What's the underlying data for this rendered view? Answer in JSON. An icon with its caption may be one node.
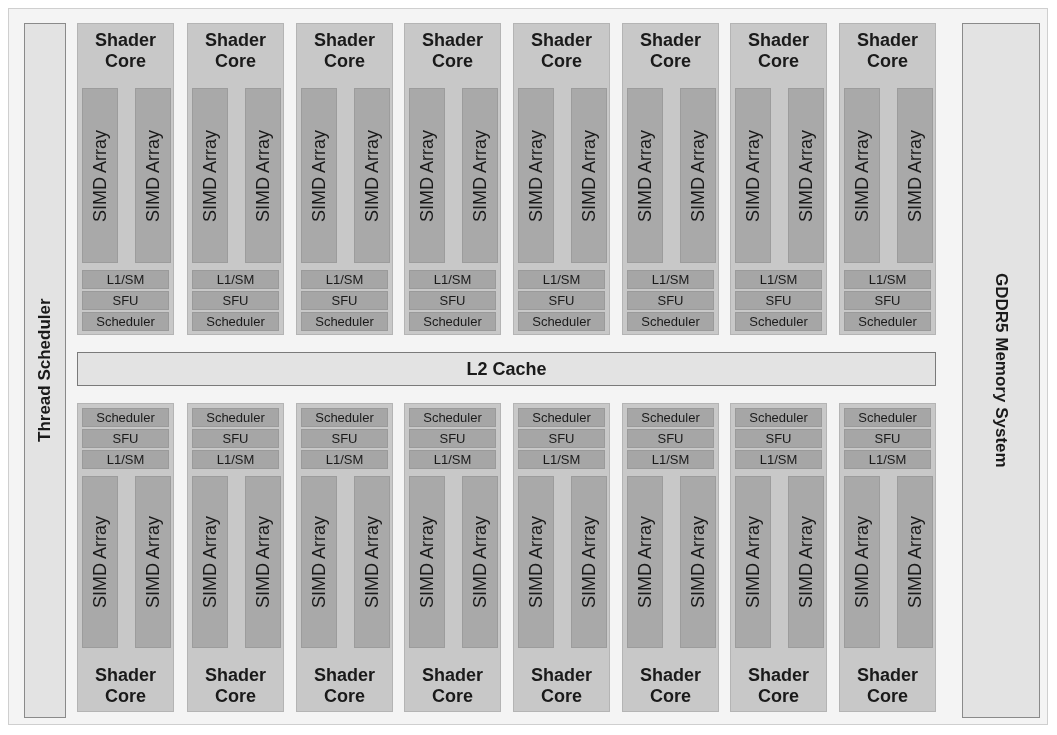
{
  "diagram": {
    "nodes": [
      {
        "text": [
          "Thread Scheduler"
        ]
      },
      {
        "text": [
          "Shader Core"
        ]
      },
      {
        "text": [
          "SIMD Array"
        ],
        "in": 1
      },
      {
        "text": [
          "SIMD Array"
        ],
        "in": 1
      },
      {
        "text": [
          "L1/SM"
        ],
        "in": 1
      },
      {
        "text": [
          "SFU"
        ],
        "in": 1
      },
      {
        "text": [
          "Scheduler"
        ],
        "in": 1
      },
      {
        "text": [
          "Shader Core"
        ]
      },
      {
        "text": [
          "SIMD Array"
        ],
        "in": 7
      },
      {
        "text": [
          "SIMD Array"
        ],
        "in": 7
      },
      {
        "text": [
          "L1/SM"
        ],
        "in": 7
      },
      {
        "text": [
          "SFU"
        ],
        "in": 7
      },
      {
        "text": [
          "Scheduler"
        ],
        "in": 7
      },
      {
        "text": [
          "Shader Core"
        ]
      },
      {
        "text": [
          "SIMD Array"
        ],
        "in": 13
      },
      {
        "text": [
          "SIMD Array"
        ],
        "in": 13
      },
      {
        "text": [
          "L1/SM"
        ],
        "in": 13
      },
      {
        "text": [
          "SFU"
        ],
        "in": 13
      },
      {
        "text": [
          "Scheduler"
        ],
        "in": 13
      },
      {
        "text": [
          "Shader Core"
        ]
      },
      {
        "text": [
          "SIMD Array"
        ],
        "in": 19
      },
      {
        "text": [
          "SIMD Array"
        ],
        "in": 19
      },
      {
        "text": [
          "L1/SM"
        ],
        "in": 19
      },
      {
        "text": [
          "SFU"
        ],
        "in": 19
      },
      {
        "text": [
          "Scheduler"
        ],
        "in": 19
      },
      {
        "text": [
          "Shader Core"
        ]
      },
      {
        "text": [
          "SIMD Array"
        ],
        "in": 25
      },
      {
        "text": [
          "SIMD Array"
        ],
        "in": 25
      },
      {
        "text": [
          "L1/SM"
        ],
        "in": 25
      },
      {
        "text": [
          "SFU"
        ],
        "in": 25
      },
      {
        "text": [
          "Scheduler"
        ],
        "in": 25
      },
      {
        "text": [
          "Shader Core"
        ]
      },
      {
        "text": [
          "SIMD Array"
        ],
        "in": 31
      },
      {
        "text": [
          "SIMD Array"
        ],
        "in": 31
      },
      {
        "text": [
          "L1/SM"
        ],
        "in": 31
      },
      {
        "text": [
          "SFU"
        ],
        "in": 31
      },
      {
        "text": [
          "Scheduler"
        ],
        "in": 31
      },
      {
        "text": [
          "Shader Core"
        ]
      },
      {
        "text": [
          "SIMD Array"
        ],
        "in": 37
      },
      {
        "text": [
          "SIMD Array"
        ],
        "in": 37
      },
      {
        "text": [
          "L1/SM"
        ],
        "in": 37
      },
      {
        "text": [
          "SFU"
        ],
        "in": 37
      },
      {
        "text": [
          "Scheduler"
        ],
        "in": 37
      },
      {
        "text": [
          "Shader Core"
        ]
      },
      {
        "text": [
          "SIMD Array"
        ],
        "in": 43
      },
      {
        "text": [
          "SIMD Array"
        ],
        "in": 43
      },
      {
        "text": [
          "L1/SM"
        ],
        "in": 43
      },
      {
        "text": [
          "SFU"
        ],
        "in": 43
      },
      {
        "text": [
          "Scheduler"
        ],
        "in": 43
      },
      {
        "text": [
          "L2 Cache"
        ]
      },
      {
        "text": [
          "Shader Core"
        ]
      },
      {
        "text": [
          "Scheduler"
        ],
        "in": 50
      },
      {
        "text": [
          "SFU"
        ],
        "in": 50
      },
      {
        "text": [
          "L1/SM"
        ],
        "in": 50
      },
      {
        "text": [
          "SIMD Array"
        ],
        "in": 50
      },
      {
        "text": [
          "SIMD Array"
        ],
        "in": 50
      },
      {
        "text": [
          "Shader Core"
        ]
      },
      {
        "text": [
          "Scheduler"
        ],
        "in": 56
      },
      {
        "text": [
          "SFU"
        ],
        "in": 56
      },
      {
        "text": [
          "L1/SM"
        ],
        "in": 56
      },
      {
        "text": [
          "SIMD Array"
        ],
        "in": 56
      },
      {
        "text": [
          "SIMD Array"
        ],
        "in": 56
      },
      {
        "text": [
          "Shader Core"
        ]
      },
      {
        "text": [
          "Scheduler"
        ],
        "in": 62
      },
      {
        "text": [
          "SFU"
        ],
        "in": 62
      },
      {
        "text": [
          "L1/SM"
        ],
        "in": 62
      },
      {
        "text": [
          "SIMD Array"
        ],
        "in": 62
      },
      {
        "text": [
          "SIMD Array"
        ],
        "in": 62
      },
      {
        "text": [
          "Shader Core"
        ]
      },
      {
        "text": [
          "Scheduler"
        ],
        "in": 68
      },
      {
        "text": [
          "SFU"
        ],
        "in": 68
      },
      {
        "text": [
          "L1/SM"
        ],
        "in": 68
      },
      {
        "text": [
          "SIMD Array"
        ],
        "in": 68
      },
      {
        "text": [
          "SIMD Array"
        ],
        "in": 68
      },
      {
        "text": [
          "Shader Core"
        ]
      },
      {
        "text": [
          "Scheduler"
        ],
        "in": 74
      },
      {
        "text": [
          "SFU"
        ],
        "in": 74
      },
      {
        "text": [
          "L1/SM"
        ],
        "in": 74
      },
      {
        "text": [
          "SIMD Array"
        ],
        "in": 74
      },
      {
        "text": [
          "SIMD Array"
        ],
        "in": 74
      },
      {
        "text": [
          "Shader Core"
        ]
      },
      {
        "text": [
          "Scheduler"
        ],
        "in": 80
      },
      {
        "text": [
          "SFU"
        ],
        "in": 80
      },
      {
        "text": [
          "L1/SM"
        ],
        "in": 80
      },
      {
        "text": [
          "SIMD Array"
        ],
        "in": 80
      },
      {
        "text": [
          "SIMD Array"
        ],
        "in": 80
      },
      {
        "text": [
          "Shader Core"
        ]
      },
      {
        "text": [
          "Scheduler"
        ],
        "in": 86
      },
      {
        "text": [
          "SFU"
        ],
        "in": 86
      },
      {
        "text": [
          "L1/SM"
        ],
        "in": 86
      },
      {
        "text": [
          "SIMD Array"
        ],
        "in": 86
      },
      {
        "text": [
          "SIMD Array"
        ],
        "in": 86
      },
      {
        "text": [
          "Shader Core"
        ]
      },
      {
        "text": [
          "Scheduler"
        ],
        "in": 92
      },
      {
        "text": [
          "SFU"
        ],
        "in": 92
      },
      {
        "text": [
          "L1/SM"
        ],
        "in": 92
      },
      {
        "text": [
          "SIMD Array"
        ],
        "in": 92
      },
      {
        "text": [
          "SIMD Array"
        ],
        "in": 92
      },
      {
        "text": [
          "GDDR5 Memory System"
        ]
      }
    ]
  }
}
